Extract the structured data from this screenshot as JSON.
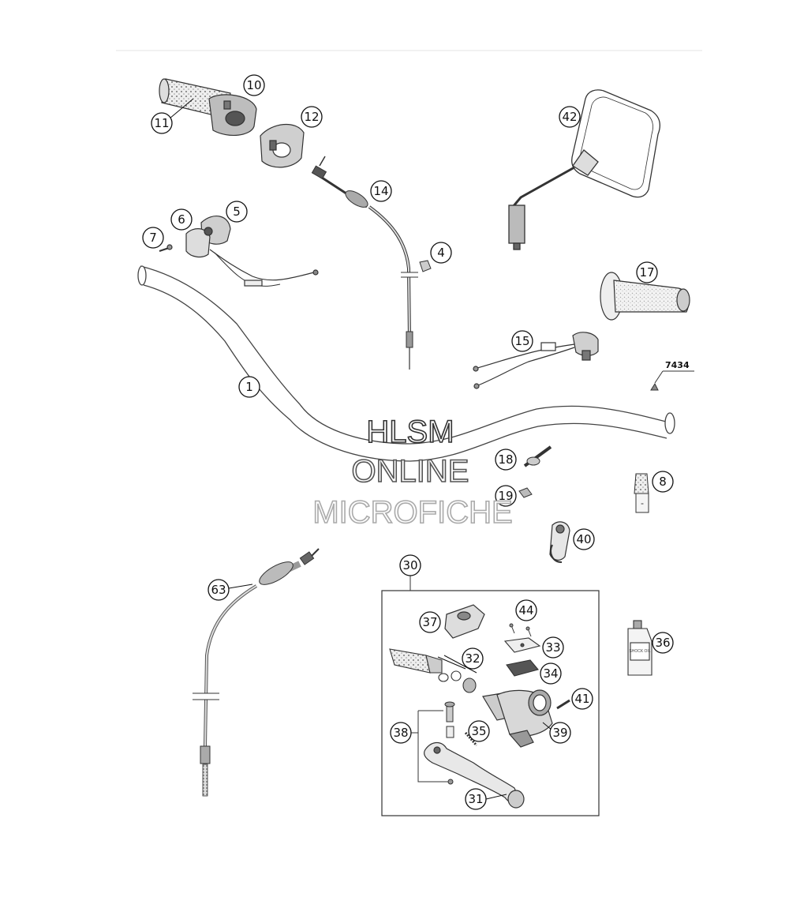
{
  "diagram": {
    "callouts": [
      "1",
      "4",
      "5",
      "6",
      "7",
      "8",
      "10",
      "11",
      "12",
      "14",
      "15",
      "17",
      "18",
      "19",
      "30",
      "31",
      "32",
      "33",
      "34",
      "35",
      "36",
      "37",
      "38",
      "39",
      "40",
      "41",
      "42",
      "44",
      "63"
    ],
    "code_label": "7434",
    "bottle_label": "SHOCK OIL"
  },
  "watermark": {
    "line1": "HLSM",
    "line2": "ONLINE",
    "line3": "MICROFICHE",
    "color": "#333333",
    "color_light": "#aaaaaa"
  }
}
